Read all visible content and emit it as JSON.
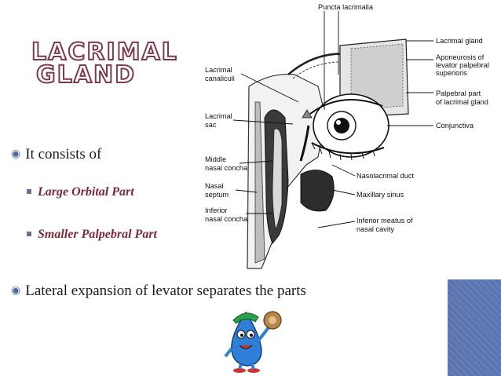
{
  "slide": {
    "title_line1": "LACRIMAL",
    "title_line2": "GLAND",
    "bullets": [
      {
        "text": "It consists of"
      },
      {
        "text": "Lateral expansion of levator separates the parts"
      }
    ],
    "sub_bullets": [
      {
        "text": "Large Orbital Part"
      },
      {
        "text": "Smaller Palpebral Part"
      }
    ]
  },
  "diagram": {
    "labels": {
      "puncta_lacrimalia": "Puncta lacrimalia",
      "lacrimal_gland": "Lacrimal gland",
      "aponeurosis_1": "Aponeurosis of",
      "aponeurosis_2": "levator palpebral",
      "aponeurosis_3": "superioris",
      "palpebral_1": "Palpebral part",
      "palpebral_2": "of lacrimal gland",
      "conjunctiva": "Conjunctiva",
      "nasolacrimal_duct": "Nasolacrimal duct",
      "maxillary_sinus": "Maxillary sinus",
      "inferior_meatus_1": "Inferior meatus of",
      "inferior_meatus_2": "nasal cavity",
      "lacrimal_canaliculi_1": "Lacrimal",
      "lacrimal_canaliculi_2": "canaliculi",
      "lacrimal_sac_1": "Lacrimal",
      "lacrimal_sac_2": "sac",
      "middle_concha_1": "Middle",
      "middle_concha_2": "nasal concha",
      "nasal_septum_1": "Nasal",
      "nasal_septum_2": "septum",
      "inferior_concha_1": "Inferior",
      "inferior_concha_2": "nasal concha"
    }
  },
  "colors": {
    "title_stroke": "#7c3a4b",
    "sub_bullet_text": "#7c2a3a",
    "bullet_mark": "#4a6aa0",
    "corner_block": "#5a74b0",
    "mascot_body": "#2f7fd6",
    "mascot_cap": "#2aa04a"
  }
}
